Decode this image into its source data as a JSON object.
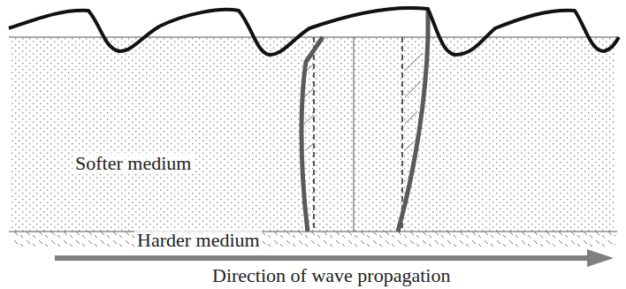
{
  "diagram": {
    "nodes": [
      {
        "text": [
          "Softer medium"
        ]
      },
      {
        "text": [
          "Harder medium"
        ]
      }
    ],
    "labels": [
      "Direction of wave propagation"
    ]
  }
}
